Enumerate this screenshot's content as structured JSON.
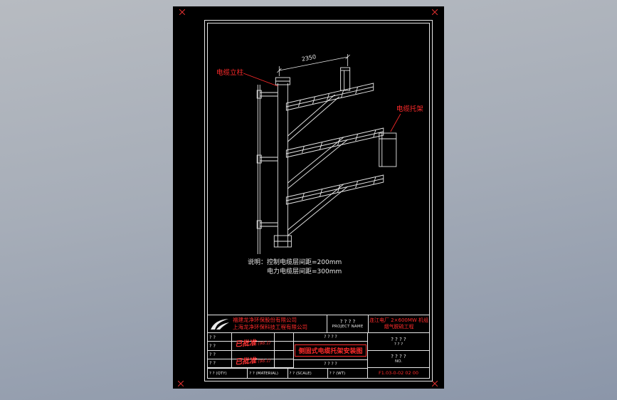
{
  "drawing": {
    "dimension": "2350",
    "label_post": "电缆立柱",
    "label_bracket": "电缆托架",
    "note_line1": "说明：控制电缆层间距=200mm",
    "note_line2": "电力电缆层间距=300mm"
  },
  "title_block": {
    "company_line1": "福建龙净环保股份有限公司",
    "company_line2": "上海龙净环保科技工程有限公司",
    "project_name_cn": "? ? ? ?",
    "project_name_en": "PROJECT NAME",
    "project_line1": "连江电厂 2×600MW 机组",
    "project_line2": "烟气脱硫工程",
    "sign_rows": [
      "? ?",
      "? ?",
      "? ?",
      "? ?"
    ],
    "stamp1_text": "已批准",
    "stamp1_date": "(98.1)",
    "stamp2_text": "已批准",
    "stamp2_date": "(98.1)",
    "mid_top": "? ? ? ?",
    "mid_bottom": "? ?   ? ?",
    "drawing_title": "侧固式电缆托架安装图",
    "bottom_cells": [
      "? ? (QTY)",
      "? ? (MATERIAL)",
      "? ? (SCALE)",
      "? ? (WT)"
    ],
    "contract_cn": "? ? ? ?",
    "contract_sub": "? ? ?",
    "no_cn": "? ? ? ?",
    "no_sub": "NO.",
    "drawing_no": "F1.03-0-02 02 00"
  },
  "colors": {
    "cad_red": "#ff2a2a",
    "line_white": "#e8e8e8",
    "sheet_black": "#000000"
  }
}
